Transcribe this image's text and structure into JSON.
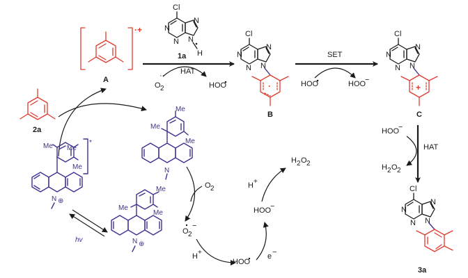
{
  "labels": {
    "compound_2a": "2a",
    "compound_A": "A",
    "compound_1a": "1a",
    "compound_B": "B",
    "compound_C": "C",
    "compound_3a": "3a"
  },
  "reagents": {
    "hat1": "HAT",
    "o2_rad": "O",
    "o2_sub": "2",
    "hoo_rad1": "HOO",
    "set": "SET",
    "hoo_rad2": "HOO",
    "hoo_anion1": "HOO",
    "hoo_anion2": "HOO",
    "hat2": "HAT",
    "h2o2_1": "H",
    "h2o2_1_sub": "2",
    "h2o2_1_o": "O",
    "h2o2_1_sub2": "2",
    "h2o2_2": "H",
    "h2o2_2_sub": "2",
    "h2o2_2_o": "O",
    "h2o2_2_sub2": "2",
    "o2_cycle": "O",
    "o2_cycle_sub": "2",
    "o2_minus": "O",
    "o2_minus_sub": "2",
    "h_plus_1": "H",
    "h_plus_2": "H",
    "hoo_rad_cycle": "HOO",
    "hoo_minus_cycle": "HOO",
    "e_minus": "e",
    "hv": "hv"
  },
  "atoms": {
    "cl": "Cl",
    "n": "N",
    "h": "H",
    "me": "Me",
    "star": "*",
    "plus": "+",
    "minus": "−",
    "rad": "•"
  },
  "colors": {
    "black": "#1a1a1a",
    "red": "#e03b2f",
    "blue": "#3d3390"
  }
}
